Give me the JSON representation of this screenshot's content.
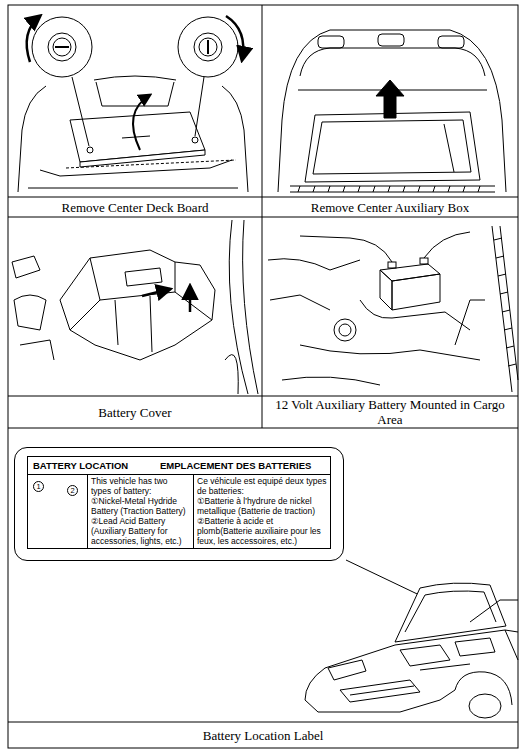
{
  "diagram": {
    "nodes": [
      {
        "text": [
          "Remove Center Deck Board"
        ]
      },
      {
        "text": [
          "Remove Center Auxiliary Box"
        ]
      },
      {
        "text": [
          "Battery Cover"
        ]
      },
      {
        "text": [
          "12 Volt Auxiliary Battery Mounted in Cargo Area"
        ]
      },
      {
        "text": [
          "BATTERY LOCATION",
          "EMPLACEMENT DES BATTERIES"
        ]
      },
      {
        "text": [
          "This vehicle has two types of battery:",
          "①Nickel-Metal Hydride Battery (Traction Battery)",
          "②Lead Acid Battery (Auxiliary Battery for accessories, lights, etc.)"
        ],
        "in": 4
      },
      {
        "text": [
          "Ce véhicule est equipé deux types de batteries:",
          "①Batterie à l'hydrure de nickel metallique (Batterie de traction)",
          "②Batterie à acide et plomb(Batterie auxiliaire pour les feux, les accessoires, etc.)"
        ],
        "in": 4
      },
      {
        "text": [
          "Battery Location Label"
        ]
      }
    ],
    "labels": [
      "1",
      "2"
    ]
  }
}
